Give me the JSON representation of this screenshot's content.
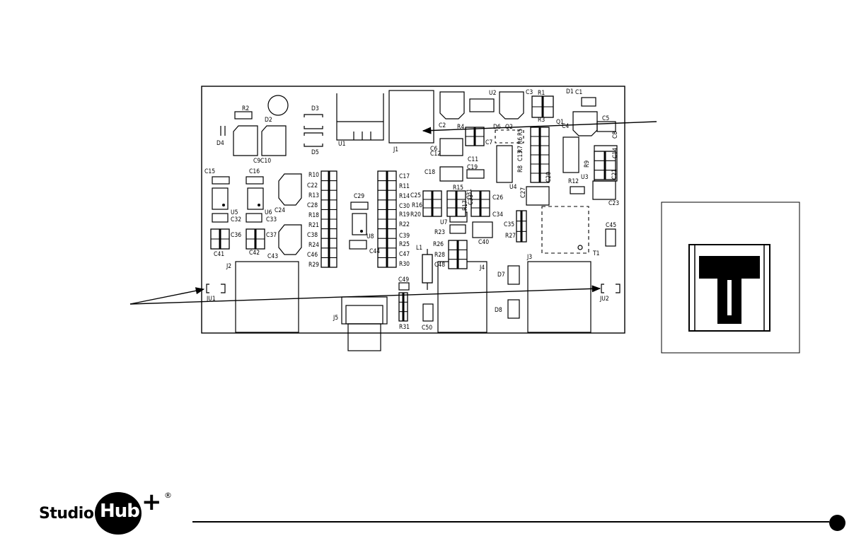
{
  "logo": {
    "studio": "Studio",
    "hub": "Hub",
    "plus": "+",
    "reg": "®"
  },
  "components": [
    "R2",
    "D2",
    "D3",
    "D4",
    "C9",
    "C10",
    "D5",
    "U1",
    "J1",
    "C2",
    "R4",
    "U2",
    "C3",
    "R1",
    "D1",
    "C1",
    "R3",
    "D6",
    "Q2",
    "Q1",
    "C4",
    "C5",
    "C8",
    "C6",
    "C12",
    "C7",
    "R5",
    "R6",
    "R7",
    "C13",
    "R8",
    "C11",
    "C19",
    "C18",
    "C14",
    "R9",
    "C21",
    "U4",
    "C20",
    "R12",
    "U3",
    "C23",
    "C15",
    "C16",
    "R10",
    "C22",
    "R13",
    "C28",
    "R18",
    "R21",
    "C38",
    "R24",
    "C46",
    "R29",
    "C17",
    "R11",
    "R14",
    "C30",
    "R19",
    "R22",
    "C39",
    "R25",
    "C47",
    "R30",
    "C29",
    "C25",
    "R16",
    "R20",
    "R15",
    "R17",
    "C33",
    "C26",
    "C31",
    "C34",
    "C24",
    "U5",
    "C32",
    "U6",
    "C33",
    "C36",
    "C37",
    "C41",
    "C42",
    "C43",
    "U8",
    "C44",
    "U7",
    "R23",
    "C40",
    "C27",
    "C35",
    "R27",
    "T1",
    "C45",
    "R26",
    "R28",
    "C48",
    "L1",
    "J2",
    "J3",
    "J4",
    "D7",
    "D8",
    "C49",
    "R31",
    "C50",
    "J5",
    "JU1",
    "JU2"
  ]
}
